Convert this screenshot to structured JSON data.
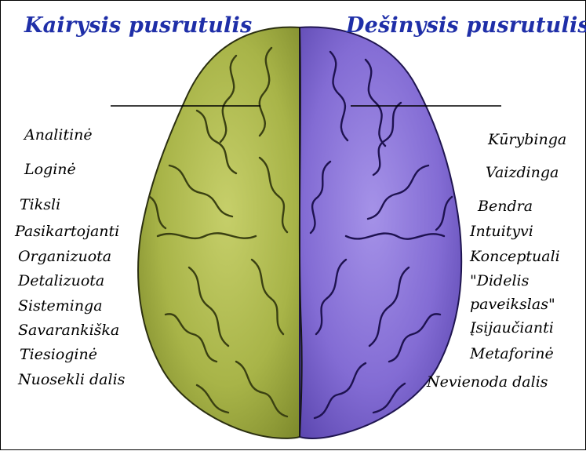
{
  "titles": {
    "left": "Kairysis pusrutulis",
    "right": "Dešinysis pusrutulis"
  },
  "left_traits": [
    "Analitinė",
    "Loginė",
    "Tiksli",
    "Pasikartojanti",
    "Organizuota",
    "Detalizuota",
    "Sisteminga",
    "Savarankiška",
    "Tiesioginė",
    "Nuosekli dalis"
  ],
  "right_traits": [
    "Kūrybinga",
    "Vaizdinga",
    "Bendra",
    "Intuityvi",
    "Konceptuali",
    "\"Didelis",
    "paveikslas\"",
    "Įsijaučianti",
    "Metaforinė",
    "Nevienoda dalis"
  ],
  "colors": {
    "title": "#1f2fa8",
    "left_hemisphere": "#a9b54a",
    "right_hemisphere": "#8a73d6",
    "text": "#000000"
  }
}
